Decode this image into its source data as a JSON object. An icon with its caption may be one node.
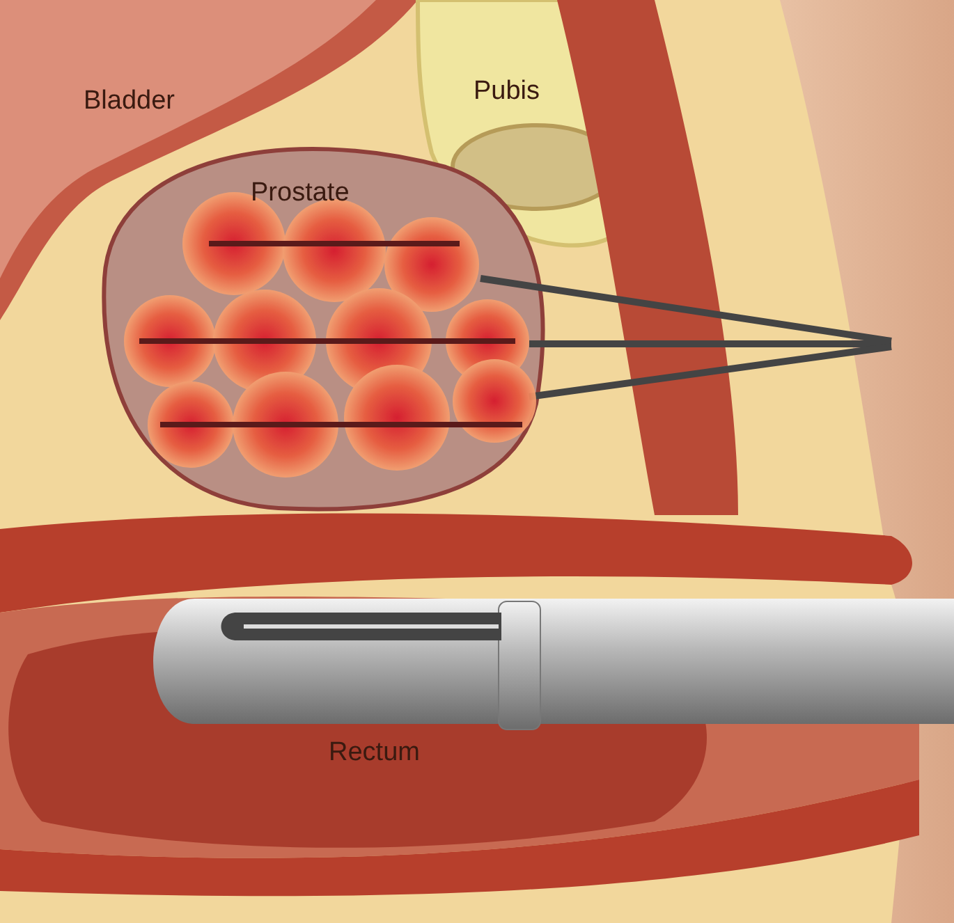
{
  "diagram": {
    "labels": [
      "Pubis",
      "Bladder",
      "Prostate",
      "Rectum"
    ]
  }
}
